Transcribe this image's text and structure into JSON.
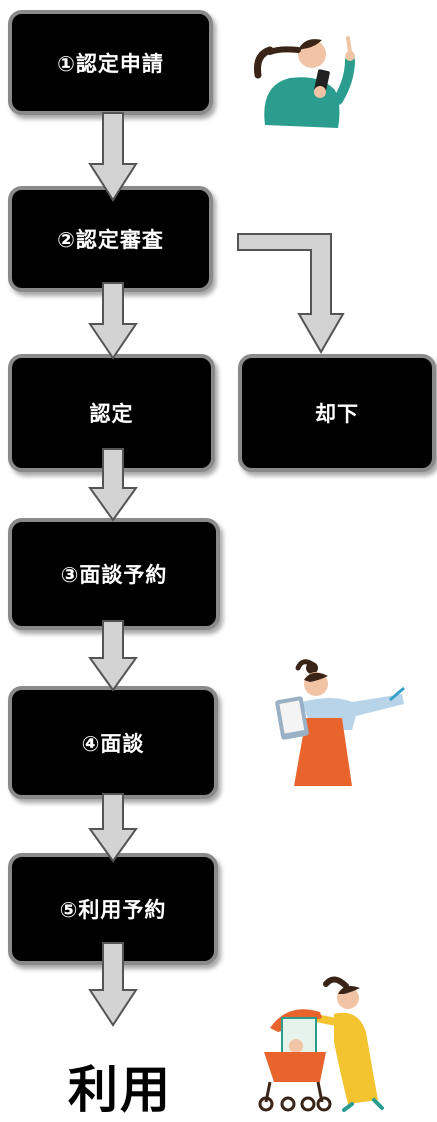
{
  "steps": [
    {
      "id": "application",
      "label": "①認定申請"
    },
    {
      "id": "review",
      "label": "②認定審査"
    },
    {
      "id": "approved",
      "label": "認定"
    },
    {
      "id": "rejected",
      "label": "却下"
    },
    {
      "id": "interview-booking",
      "label": "③面談予約"
    },
    {
      "id": "interview",
      "label": "④面談"
    },
    {
      "id": "usage-booking",
      "label": "⑤利用予約"
    }
  ],
  "final": {
    "label": "利用"
  },
  "colors": {
    "box": "#000000",
    "border": "#8a8a8a",
    "arrow": "#d3d3d3",
    "text": "#ffffff"
  },
  "illustrations": [
    "woman-with-phone-icon",
    "staff-with-clipboard-icon",
    "mother-with-stroller-icon"
  ]
}
